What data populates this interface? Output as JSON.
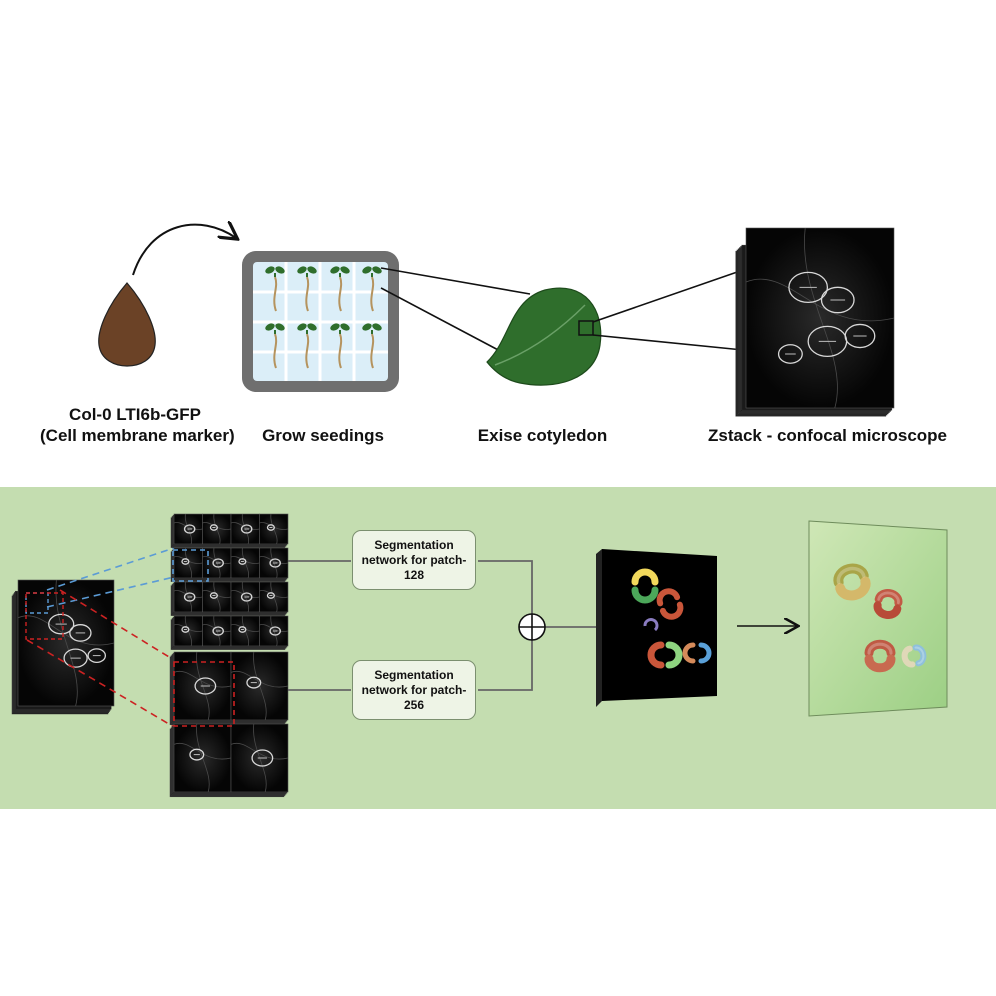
{
  "colors": {
    "panel_bg": "#c4ddb0",
    "seed": "#6b4226",
    "leaf": "#2f6e2c",
    "seedling": "#2f6e2c",
    "root": "#b5935e",
    "plate_frame": "#6f6f6f",
    "plate_inner": "#dbeef8",
    "blue_dash": "#5b9bd5",
    "red_dash": "#cc2222",
    "label_box_bg": "#eef4e6",
    "label_box_border": "#7b8f6f"
  },
  "top": {
    "step_1": {
      "line_1": "Col-0 LTI6b-GFP",
      "line_2": "(Cell membrane marker)",
      "icon": "seed-icon"
    },
    "step_2": {
      "label": "Grow seedings",
      "icon": "petri-plate-icon"
    },
    "step_3": {
      "label": "Exise cotyledon",
      "icon": "cotyledon-leaf-icon"
    },
    "step_4": {
      "label": "Zstack - confocal microscope",
      "icon": "confocal-stack-icon"
    }
  },
  "bottom": {
    "network_128": "Segmentation network for patch-128",
    "network_256": "Segmentation network for patch-256",
    "combine_symbol": "⊕",
    "outputs": [
      "segmentation-mask-icon",
      "3d-reconstruction-icon"
    ]
  }
}
